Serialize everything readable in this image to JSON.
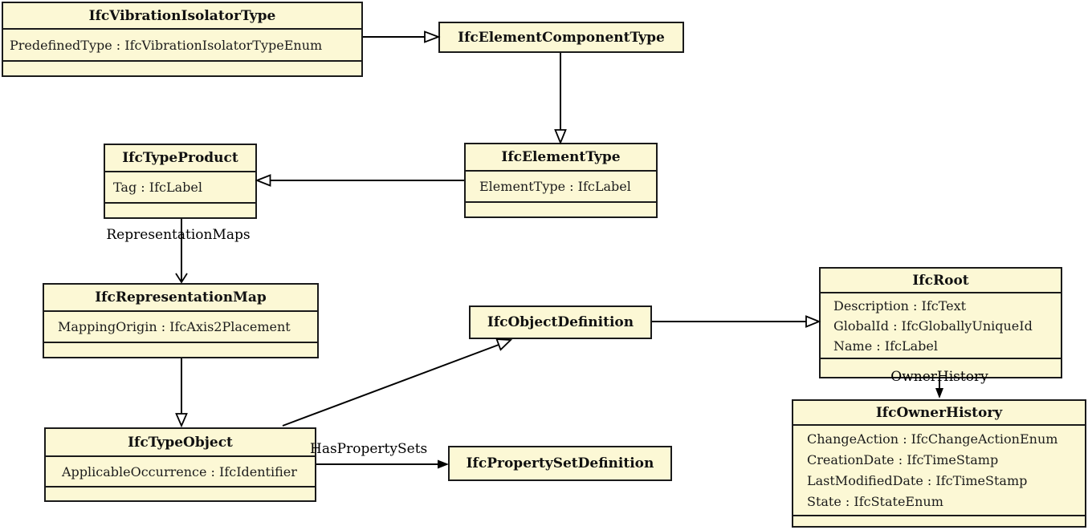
{
  "diagram": {
    "type": "uml-class-diagram",
    "classes": [
      {
        "name": "IfcVibrationIsolatorType",
        "attributes": [
          "PredefinedType : IfcVibrationIsolatorTypeEnum"
        ]
      },
      {
        "name": "IfcElementComponentType",
        "attributes": []
      },
      {
        "name": "IfcTypeProduct",
        "attributes": [
          "Tag : IfcLabel"
        ]
      },
      {
        "name": "IfcElementType",
        "attributes": [
          "ElementType : IfcLabel"
        ]
      },
      {
        "name": "IfcRepresentationMap",
        "attributes": [
          "MappingOrigin : IfcAxis2Placement"
        ]
      },
      {
        "name": "IfcObjectDefinition",
        "attributes": []
      },
      {
        "name": "IfcRoot",
        "attributes": [
          "Description : IfcText",
          "GlobalId : IfcGloballyUniqueId",
          "Name : IfcLabel"
        ]
      },
      {
        "name": "IfcOwnerHistory",
        "attributes": [
          "ChangeAction : IfcChangeActionEnum",
          "CreationDate : IfcTimeStamp",
          "LastModifiedDate : IfcTimeStamp",
          "State : IfcStateEnum"
        ]
      },
      {
        "name": "IfcTypeObject",
        "attributes": [
          "ApplicableOccurrence : IfcIdentifier"
        ]
      },
      {
        "name": "IfcPropertySetDefinition",
        "attributes": []
      }
    ],
    "edge_labels": {
      "representation_maps": "RepresentationMaps",
      "owner_history": "OwnerHistory",
      "has_property_sets": "HasPropertySets"
    },
    "relationships": [
      {
        "from": "IfcVibrationIsolatorType",
        "to": "IfcElementComponentType",
        "kind": "generalization"
      },
      {
        "from": "IfcElementComponentType",
        "to": "IfcElementType",
        "kind": "generalization"
      },
      {
        "from": "IfcElementType",
        "to": "IfcTypeProduct",
        "kind": "generalization"
      },
      {
        "from": "IfcTypeProduct",
        "to": "IfcRepresentationMap",
        "kind": "association",
        "label": "RepresentationMaps"
      },
      {
        "from": "IfcRepresentationMap",
        "to": "IfcTypeObject",
        "kind": "generalization"
      },
      {
        "from": "IfcTypeObject",
        "to": "IfcObjectDefinition",
        "kind": "generalization"
      },
      {
        "from": "IfcObjectDefinition",
        "to": "IfcRoot",
        "kind": "generalization"
      },
      {
        "from": "IfcRoot",
        "to": "IfcOwnerHistory",
        "kind": "association",
        "label": "OwnerHistory"
      },
      {
        "from": "IfcTypeObject",
        "to": "IfcPropertySetDefinition",
        "kind": "association",
        "label": "HasPropertySets"
      }
    ],
    "colors": {
      "box_fill": "#FCF8D5",
      "box_border": "#1A1A1A",
      "line": "#000000",
      "background": "#FFFFFF"
    }
  }
}
